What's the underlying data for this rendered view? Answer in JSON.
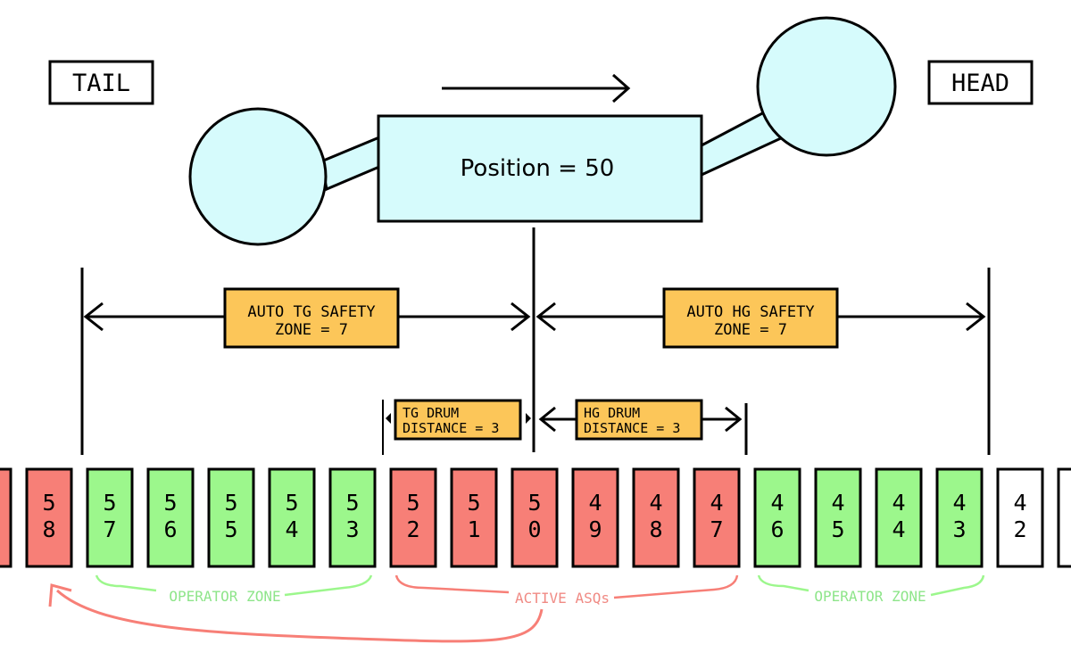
{
  "labels": {
    "tail": "TAIL",
    "head": "HEAD"
  },
  "vehicle": {
    "position_text": "Position = 50",
    "fill_color": "#d6fbfc"
  },
  "zones": {
    "auto_tg": {
      "line1": "AUTO TG SAFETY",
      "line2": "ZONE = 7"
    },
    "auto_hg": {
      "line1": "AUTO HG SAFETY",
      "line2": "ZONE = 7"
    },
    "tg_drum": {
      "line1": "TG DRUM",
      "line2": "DISTANCE = 3"
    },
    "hg_drum": {
      "line1": "HG DRUM",
      "line2": "DISTANCE = 3"
    },
    "box_color": "#fcc659"
  },
  "cells": [
    {
      "d1": "",
      "d2": "",
      "state": "red"
    },
    {
      "d1": "5",
      "d2": "8",
      "state": "red"
    },
    {
      "d1": "5",
      "d2": "7",
      "state": "green"
    },
    {
      "d1": "5",
      "d2": "6",
      "state": "green"
    },
    {
      "d1": "5",
      "d2": "5",
      "state": "green"
    },
    {
      "d1": "5",
      "d2": "4",
      "state": "green"
    },
    {
      "d1": "5",
      "d2": "3",
      "state": "green"
    },
    {
      "d1": "5",
      "d2": "2",
      "state": "red"
    },
    {
      "d1": "5",
      "d2": "1",
      "state": "red"
    },
    {
      "d1": "5",
      "d2": "0",
      "state": "red"
    },
    {
      "d1": "4",
      "d2": "9",
      "state": "red"
    },
    {
      "d1": "4",
      "d2": "8",
      "state": "red"
    },
    {
      "d1": "4",
      "d2": "7",
      "state": "red"
    },
    {
      "d1": "4",
      "d2": "6",
      "state": "green"
    },
    {
      "d1": "4",
      "d2": "5",
      "state": "green"
    },
    {
      "d1": "4",
      "d2": "4",
      "state": "green"
    },
    {
      "d1": "4",
      "d2": "3",
      "state": "green"
    },
    {
      "d1": "4",
      "d2": "2",
      "state": "white"
    },
    {
      "d1": "",
      "d2": "",
      "state": "white"
    }
  ],
  "brackets": {
    "operator_left": "OPERATOR ZONE",
    "active": "ACTIVE ASQs",
    "operator_right": "OPERATOR ZONE"
  },
  "colors": {
    "red": "#f77f77",
    "green": "#9cf78c",
    "white": "#ffffff",
    "green_text": "#8ee58a",
    "red_text": "#f08a84",
    "stroke": "#000000"
  }
}
